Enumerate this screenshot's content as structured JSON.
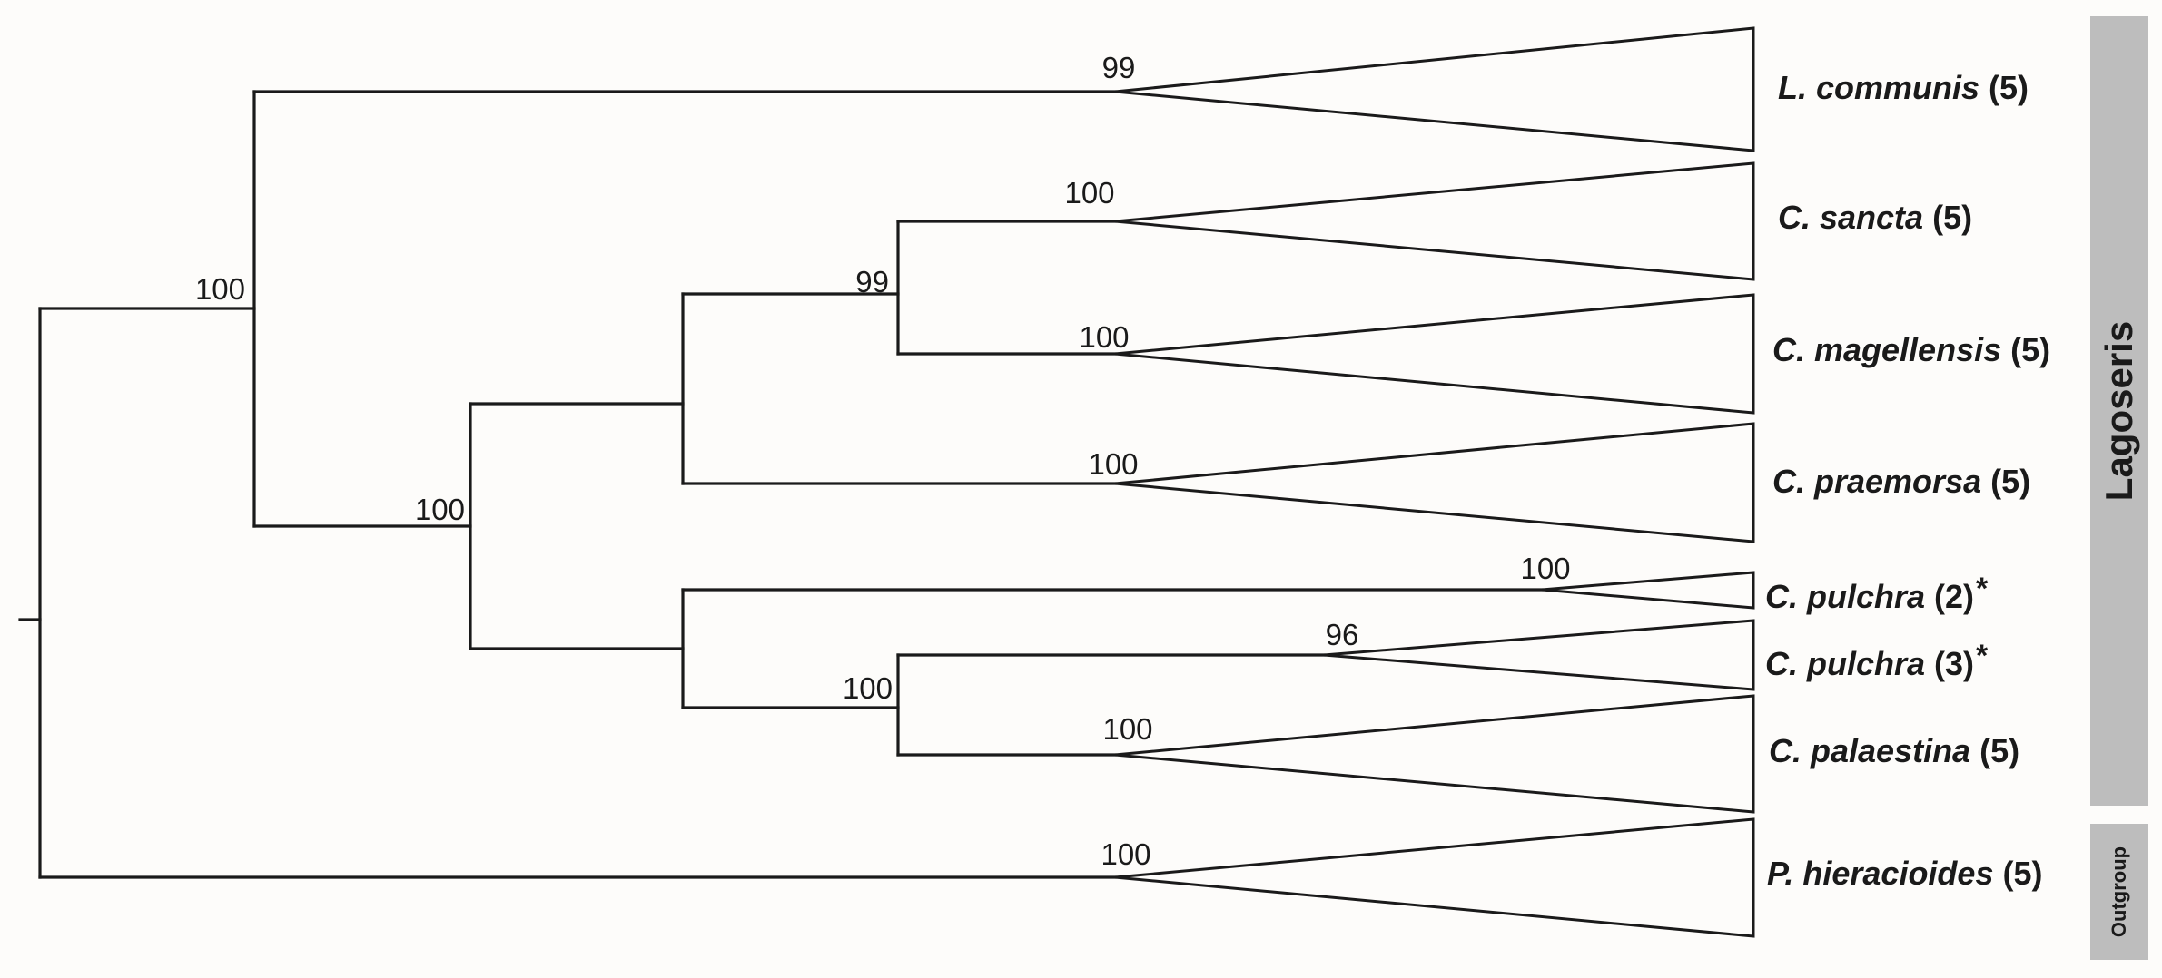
{
  "supports": {
    "lcommunis": "99",
    "lagoseris_root": "100",
    "csancta": "100",
    "sancta_magellensis": "99",
    "cmagellensis": "100",
    "cpraemorsa": "100",
    "core": "100",
    "cpulchra2": "100",
    "cpulchra3": "96",
    "pulchra3_palaestina": "100",
    "cpalaestina": "100",
    "phieracioides": "100"
  },
  "taxa": {
    "lcommunis": {
      "name": "L. communis",
      "count": "(5)",
      "mark": ""
    },
    "csancta": {
      "name": "C. sancta",
      "count": "(5)",
      "mark": ""
    },
    "cmagellensis": {
      "name": "C. magellensis",
      "count": "(5)",
      "mark": ""
    },
    "cpraemorsa": {
      "name": "C. praemorsa",
      "count": "(5)",
      "mark": ""
    },
    "cpulchra2": {
      "name": "C. pulchra",
      "count": "(2)",
      "mark": "*"
    },
    "cpulchra3": {
      "name": "C. pulchra",
      "count": "(3)",
      "mark": "*"
    },
    "cpalaestina": {
      "name": "C. palaestina",
      "count": "(5)",
      "mark": ""
    },
    "phieracioides": {
      "name": "P. hieracioides",
      "count": "(5)",
      "mark": ""
    }
  },
  "groups": {
    "lagoseris": "Lagoseris",
    "outgroup": "Outgroup"
  }
}
